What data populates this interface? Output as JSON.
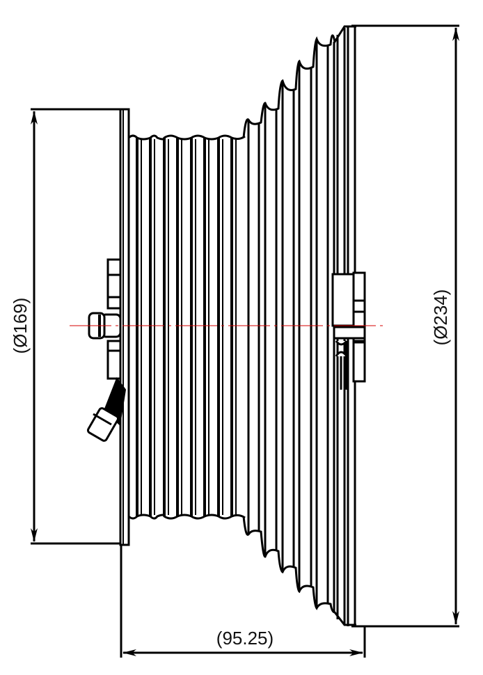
{
  "drawing": {
    "type": "pulley-side-view",
    "dimensions": {
      "left_diameter": "(Ø169)",
      "right_diameter": "(Ø234)",
      "overall_width": "(95.25)"
    },
    "colors": {
      "line": "#000000",
      "centerline": "#d40000",
      "background": "#ffffff"
    }
  }
}
